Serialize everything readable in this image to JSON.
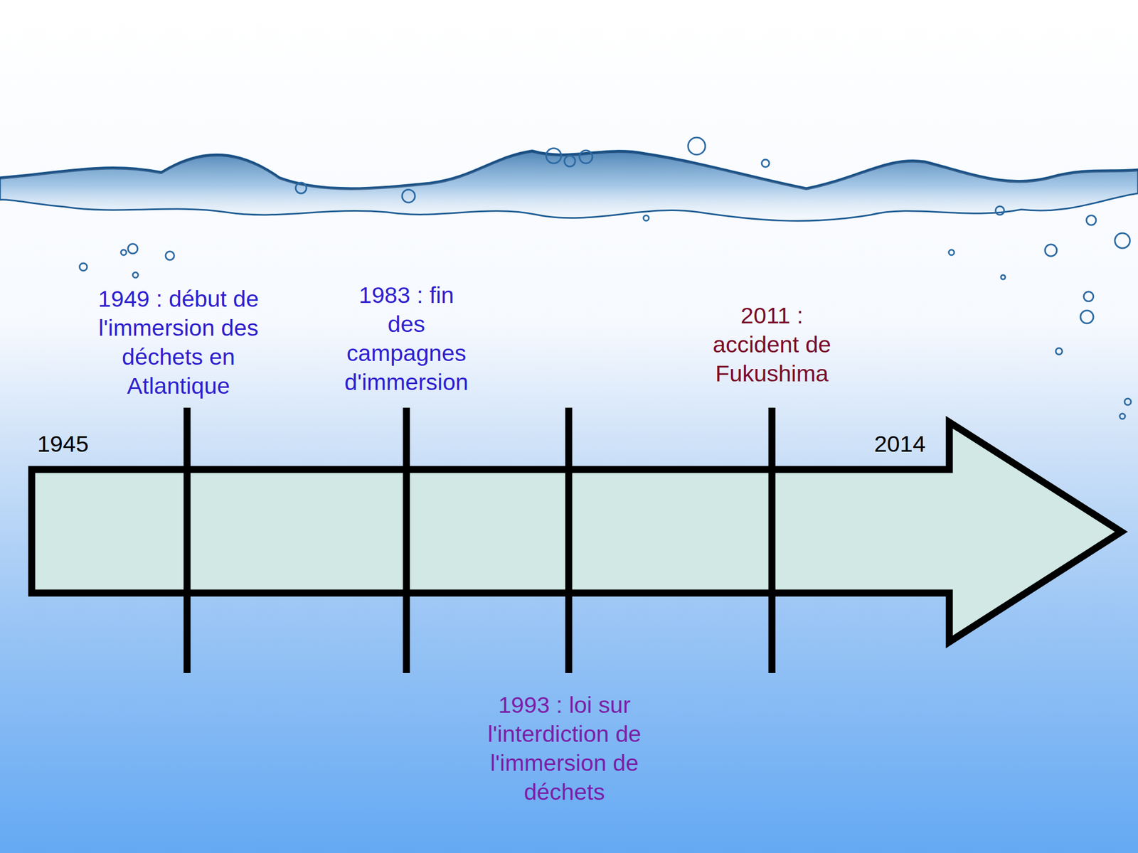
{
  "diagram": {
    "labels": [
      "1945",
      "2014",
      "1949 : début de l'immersion des déchets en Atlantique",
      "1983 : fin des campagnes d'immersion",
      "1993 : loi sur l'interdiction de l'immersion de déchets",
      "2011 : accident de Fukushima"
    ]
  }
}
